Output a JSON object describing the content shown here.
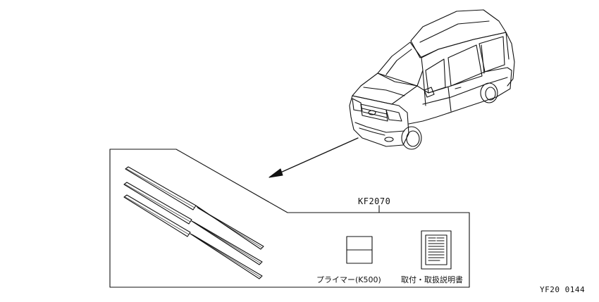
{
  "kit": {
    "part_number": "KF2070"
  },
  "items": {
    "primer": {
      "label": "プライマー(K500)"
    },
    "manual": {
      "label": "取付・取扱説明書"
    }
  },
  "figure": {
    "code": "YF20 0144"
  }
}
